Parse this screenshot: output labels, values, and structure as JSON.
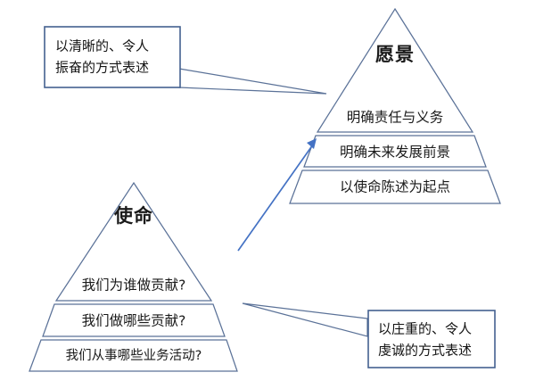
{
  "diagram": {
    "type": "two-pyramid-comparison",
    "background_color": "#ffffff",
    "stroke_color": "#5b7298",
    "arrow_color": "#4472c4",
    "callout_border_color": "#44618f"
  },
  "vision_pyramid": {
    "title": "愿景",
    "bands": [
      {
        "label": "明确责任与义务"
      },
      {
        "label": "明确未来发展前景"
      },
      {
        "label": "以使命陈述为起点"
      }
    ]
  },
  "mission_pyramid": {
    "title": "使命",
    "bands": [
      {
        "label": "我们为谁做贡献?"
      },
      {
        "label": "我们做哪些贡献?"
      },
      {
        "label": "我们从事哪些业务活动?"
      }
    ]
  },
  "callouts": [
    {
      "id": "vision-callout",
      "line1": "以清晰的、令人",
      "line2": "振奋的方式表述"
    },
    {
      "id": "mission-callout",
      "line1": "以庄重的、令人",
      "line2": "虔诚的方式表述"
    }
  ]
}
